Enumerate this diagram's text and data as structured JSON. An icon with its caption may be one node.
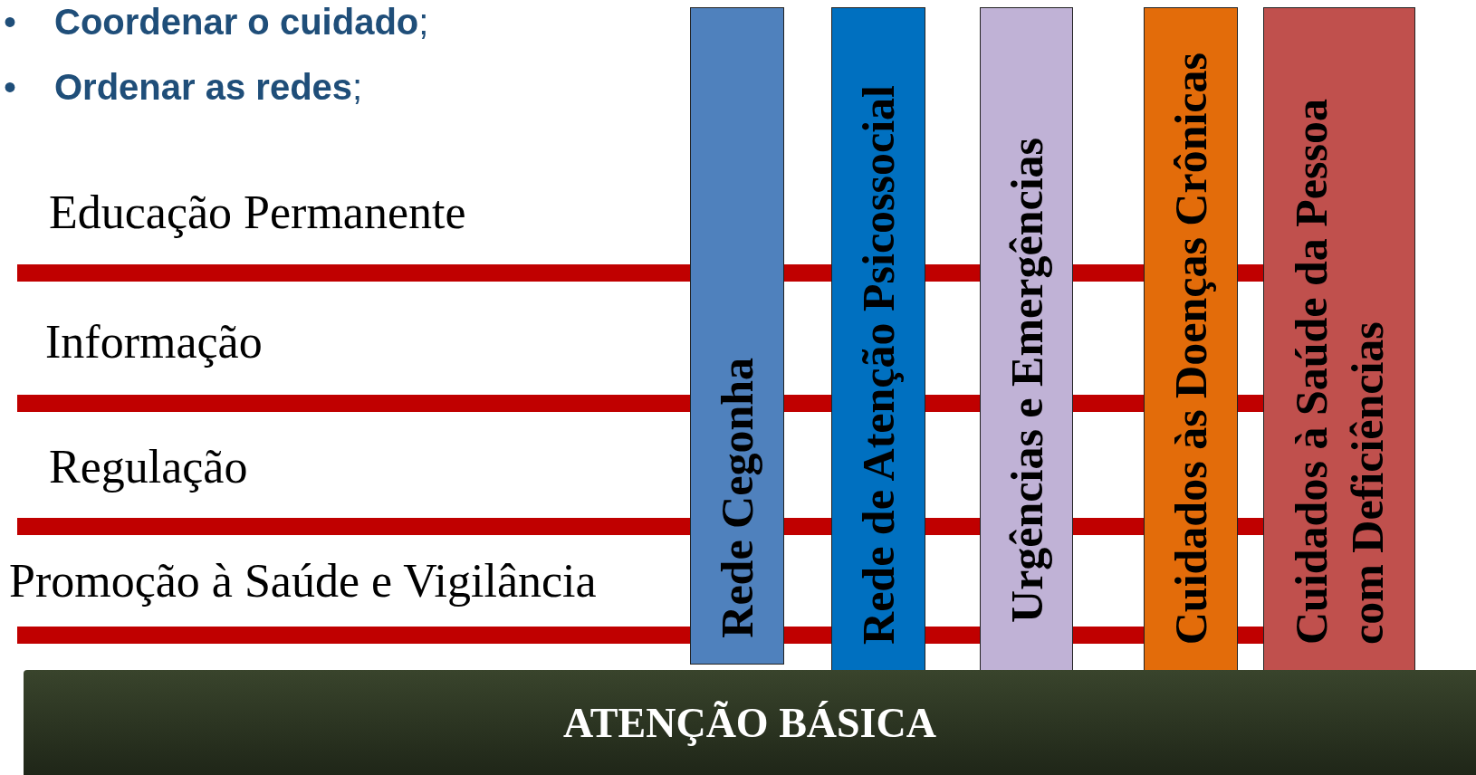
{
  "diagram": {
    "nodes": [
      {
        "text": [
          "Educação Permanente"
        ]
      },
      {
        "text": [],
        "shape": "bar"
      },
      {
        "text": [
          "Informação"
        ]
      },
      {
        "text": [],
        "shape": "bar"
      },
      {
        "text": [
          "Regulação"
        ]
      },
      {
        "text": [],
        "shape": "bar"
      },
      {
        "text": [
          "Promoção à Saúde e Vigilância"
        ]
      },
      {
        "text": [],
        "shape": "bar"
      },
      {
        "text": [
          "Rede Cegonha"
        ]
      },
      {
        "text": [
          "Rede de Atenção Psicossocial"
        ]
      },
      {
        "text": [
          "Urgências e Emergências"
        ]
      },
      {
        "text": [
          "Cuidados às Doenças Crônicas"
        ]
      },
      {
        "text": [
          "Cuidados à Saúde da Pessoa com Deficiências"
        ]
      },
      {
        "text": [
          "ATENÇÃO BÁSICA"
        ]
      }
    ],
    "edges": [],
    "labels": [
      "•",
      "**Coordenar o cuidado**;",
      "•",
      "**Ordenar as redes**;"
    ]
  }
}
